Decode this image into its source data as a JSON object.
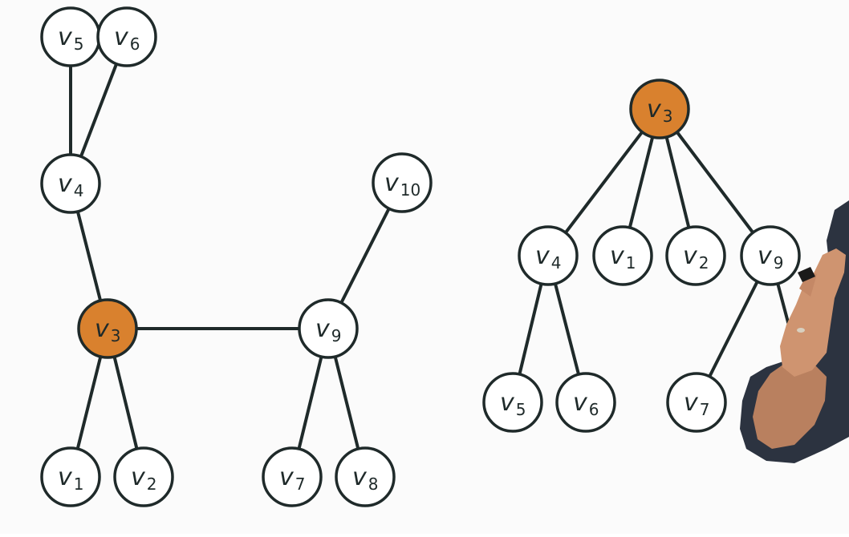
{
  "colors": {
    "root_fill": "#d9812e",
    "node_fill": "#ffffff",
    "stroke": "#1f2a2a",
    "background": "#fbfbfb",
    "presenter_skin": "#c98f6c",
    "presenter_shirt": "#2c3340"
  },
  "graph": {
    "root": "v3",
    "nodes": [
      {
        "id": "v5",
        "base": "v",
        "sub": "5"
      },
      {
        "id": "v6",
        "base": "v",
        "sub": "6"
      },
      {
        "id": "v4",
        "base": "v",
        "sub": "4"
      },
      {
        "id": "v10",
        "base": "v",
        "sub": "10"
      },
      {
        "id": "v3",
        "base": "v",
        "sub": "3"
      },
      {
        "id": "v9",
        "base": "v",
        "sub": "9"
      },
      {
        "id": "v1",
        "base": "v",
        "sub": "1"
      },
      {
        "id": "v2",
        "base": "v",
        "sub": "2"
      },
      {
        "id": "v7",
        "base": "v",
        "sub": "7"
      },
      {
        "id": "v8",
        "base": "v",
        "sub": "8"
      }
    ],
    "edges": [
      [
        "v5",
        "v4"
      ],
      [
        "v6",
        "v4"
      ],
      [
        "v4",
        "v3"
      ],
      [
        "v3",
        "v9"
      ],
      [
        "v10",
        "v9"
      ],
      [
        "v3",
        "v1"
      ],
      [
        "v3",
        "v2"
      ],
      [
        "v9",
        "v7"
      ],
      [
        "v9",
        "v8"
      ]
    ]
  },
  "tree": {
    "root": "v3",
    "nodes": [
      {
        "id": "v3",
        "base": "v",
        "sub": "3"
      },
      {
        "id": "v4",
        "base": "v",
        "sub": "4"
      },
      {
        "id": "v1",
        "base": "v",
        "sub": "1"
      },
      {
        "id": "v2",
        "base": "v",
        "sub": "2"
      },
      {
        "id": "v9",
        "base": "v",
        "sub": "9"
      },
      {
        "id": "v5",
        "base": "v",
        "sub": "5"
      },
      {
        "id": "v6",
        "base": "v",
        "sub": "6"
      },
      {
        "id": "v7",
        "base": "v",
        "sub": "7"
      }
    ],
    "edges": [
      [
        "v3",
        "v4"
      ],
      [
        "v3",
        "v1"
      ],
      [
        "v3",
        "v2"
      ],
      [
        "v3",
        "v9"
      ],
      [
        "v4",
        "v5"
      ],
      [
        "v4",
        "v6"
      ],
      [
        "v9",
        "v7"
      ],
      [
        "v9",
        "v8"
      ]
    ]
  }
}
